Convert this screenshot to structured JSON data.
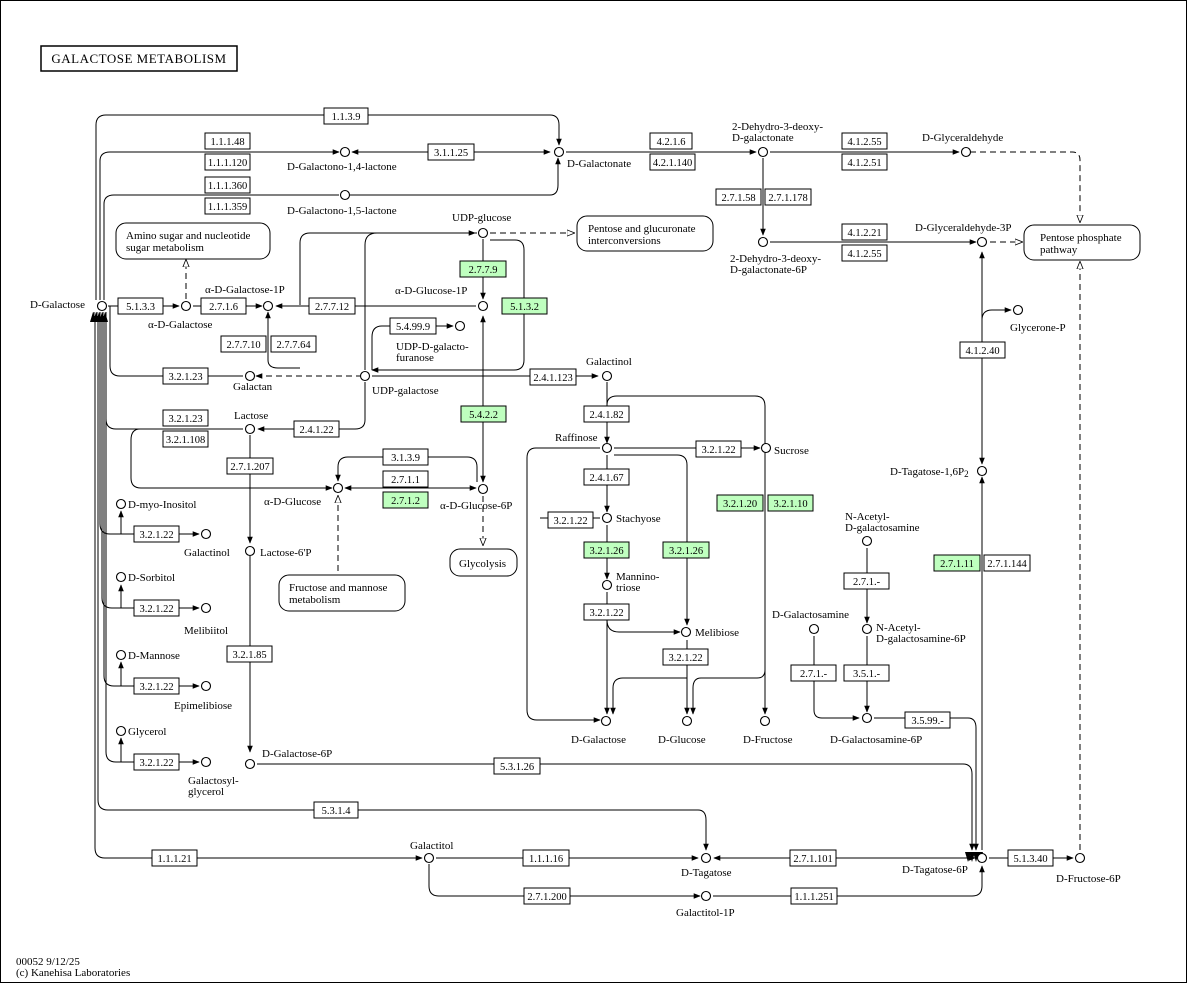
{
  "title": "GALACTOSE  METABOLISM",
  "footer": {
    "code": "00052 9/12/25",
    "copyright": "(c) Kanehisa Laboratories"
  },
  "colors": {
    "highlight": "#bfffbf",
    "line": "#000000"
  },
  "enzymes": {
    "e1": "1.1.3.9",
    "e2": "1.1.1.48",
    "e3": "1.1.1.120",
    "e4": "3.1.1.25",
    "e5": "1.1.1.360",
    "e6": "1.1.1.359",
    "e7": "4.2.1.6",
    "e8": "4.2.1.140",
    "e9": "4.1.2.55",
    "e10": "4.1.2.51",
    "e11": "2.7.1.58",
    "e12": "2.7.1.178",
    "e13": "4.1.2.21",
    "e14": "4.1.2.55",
    "e15": "2.7.7.9",
    "e16": "5.1.3.3",
    "e17": "2.7.1.6",
    "e18": "2.7.7.12",
    "e19": "5.1.3.2",
    "e20": "5.4.99.9",
    "e21": "2.7.7.10",
    "e22": "2.7.7.64",
    "e23": "3.2.1.23",
    "e24": "2.4.1.123",
    "e25": "4.1.2.40",
    "e26": "3.2.1.23",
    "e27": "3.2.1.108",
    "e28": "2.4.1.22",
    "e29": "5.4.2.2",
    "e30": "2.4.1.82",
    "e31": "3.2.1.22",
    "e32": "3.1.3.9",
    "e33": "2.7.1.1",
    "e34": "2.7.1.2",
    "e35": "2.7.1.207",
    "e36": "2.4.1.67",
    "e37": "3.2.1.20",
    "e38": "3.2.1.10",
    "e39": "3.2.1.22",
    "e40": "3.2.1.22",
    "e41": "3.2.1.26",
    "e42": "3.2.1.26",
    "e43": "2.7.1.11",
    "e44": "2.7.1.144",
    "e45": "2.7.1.-",
    "e46": "3.2.1.22",
    "e47": "3.2.1.22",
    "e48": "3.2.1.85",
    "e49": "3.2.1.22",
    "e50": "2.7.1.-",
    "e51": "3.5.1.-",
    "e52": "3.5.99.-",
    "e53": "3.2.1.22",
    "e54": "5.3.1.26",
    "e55": "5.3.1.4",
    "e56": "1.1.1.21",
    "e57": "1.1.1.16",
    "e58": "2.7.1.101",
    "e59": "5.1.3.40",
    "e60": "2.7.1.200",
    "e61": "1.1.1.251",
    "e62": "3.2.1.22"
  },
  "compounds": {
    "c1": "D-Galactono-1,4-lactone",
    "c2": "D-Galactonate",
    "c3": "D-Galactono-1,5-lactone",
    "c4a": "2-Dehydro-3-deoxy-",
    "c4b": "D-galactonate",
    "c5": "D-Glyceraldehyde",
    "c6": "UDP-glucose",
    "c7a": "2-Dehydro-3-deoxy-",
    "c7b": "D-galactonate-6P",
    "c8": "D-Glyceraldehyde-3P",
    "c9": "D-Galactose",
    "c10": "α-D-Galactose-1P",
    "c11": "α-D-Glucose-1P",
    "c12": "α-D-Galactose",
    "c13": "Glycerone-P",
    "c14a": "UDP-D-galacto-",
    "c14b": "furanose",
    "c15": "Galactan",
    "c16": "UDP-galactose",
    "c17": "Galactinol",
    "c18": "Lactose",
    "c19": "Raffinose",
    "c20": "Sucrose",
    "c21": "D-Tagatose-1,6P",
    "c21sub": "2",
    "c22": "α-D-Glucose",
    "c23": "α-D-Glucose-6P",
    "c24": "D-myo-Inositol",
    "c25": "Stachyose",
    "c26a": "N-Acetyl-",
    "c26b": "D-galactosamine",
    "c27": "Galactinol",
    "c28": "Lactose-6'P",
    "c29": "D-Sorbitol",
    "c30a": "Mannino-",
    "c30b": "triose",
    "c31": "D-Galactosamine",
    "c32a": "N-Acetyl-",
    "c32b": "D-galactosamine-6P",
    "c33": "Melibiitol",
    "c34": "Melibiose",
    "c35": "D-Mannose",
    "c36": "Epimelibiose",
    "c37": "D-Galactose",
    "c38": "D-Glucose",
    "c39": "D-Fructose",
    "c40": "D-Galactosamine-6P",
    "c41": "Glycerol",
    "c42": "D-Galactose-6P",
    "c43a": "Galactosyl-",
    "c43b": "glycerol",
    "c44": "Galactitol",
    "c45": "D-Tagatose",
    "c46": "D-Tagatose-6P",
    "c47": "D-Fructose-6P",
    "c48": "Galactitol-1P"
  },
  "maps": {
    "m1a": "Amino sugar and nucleotide",
    "m1b": "sugar metabolism",
    "m2a": "Pentose and glucuronate",
    "m2b": "interconversions",
    "m3a": "Pentose phosphate",
    "m3b": "pathway",
    "m4": "Glycolysis",
    "m5a": "Fructose and mannose",
    "m5b": "metabolism"
  }
}
